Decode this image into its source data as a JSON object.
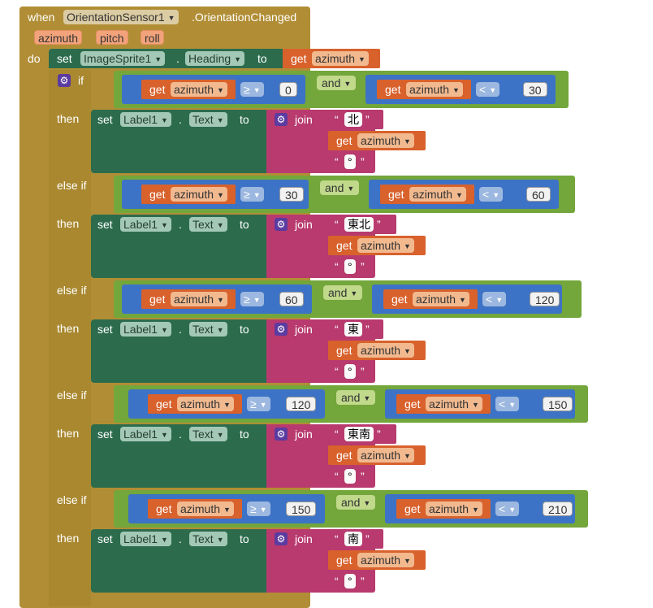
{
  "event": {
    "when_label": "when",
    "component": "OrientationSensor1",
    "event_name": ".OrientationChanged",
    "params": [
      "azimuth",
      "pitch",
      "roll"
    ],
    "do_label": "do"
  },
  "set_heading": {
    "set_label": "set",
    "component": "ImageSprite1",
    "dot": ".",
    "property": "Heading",
    "to_label": "to",
    "get_label": "get",
    "var": "azimuth"
  },
  "labels": {
    "if": "if",
    "else_if": "else if",
    "then": "then",
    "and": "and",
    "get": "get",
    "set": "set",
    "to": "to",
    "join": "join",
    "dot": ".",
    "label_comp": "Label1",
    "text_prop": "Text",
    "var": "azimuth",
    "ge": "≥",
    "lt": "<",
    "degree": "°",
    "open_quote": "“",
    "close_quote": "”"
  },
  "branches": [
    {
      "cond_label": "if",
      "low": "0",
      "high": "30",
      "direction": "北"
    },
    {
      "cond_label": "else if",
      "low": "30",
      "high": "60",
      "direction": "東北"
    },
    {
      "cond_label": "else if",
      "low": "60",
      "high": "120",
      "direction": "東"
    },
    {
      "cond_label": "else if",
      "low": "120",
      "high": "150",
      "direction": "東南"
    },
    {
      "cond_label": "else if",
      "low": "150",
      "high": "210",
      "direction": "南"
    }
  ]
}
